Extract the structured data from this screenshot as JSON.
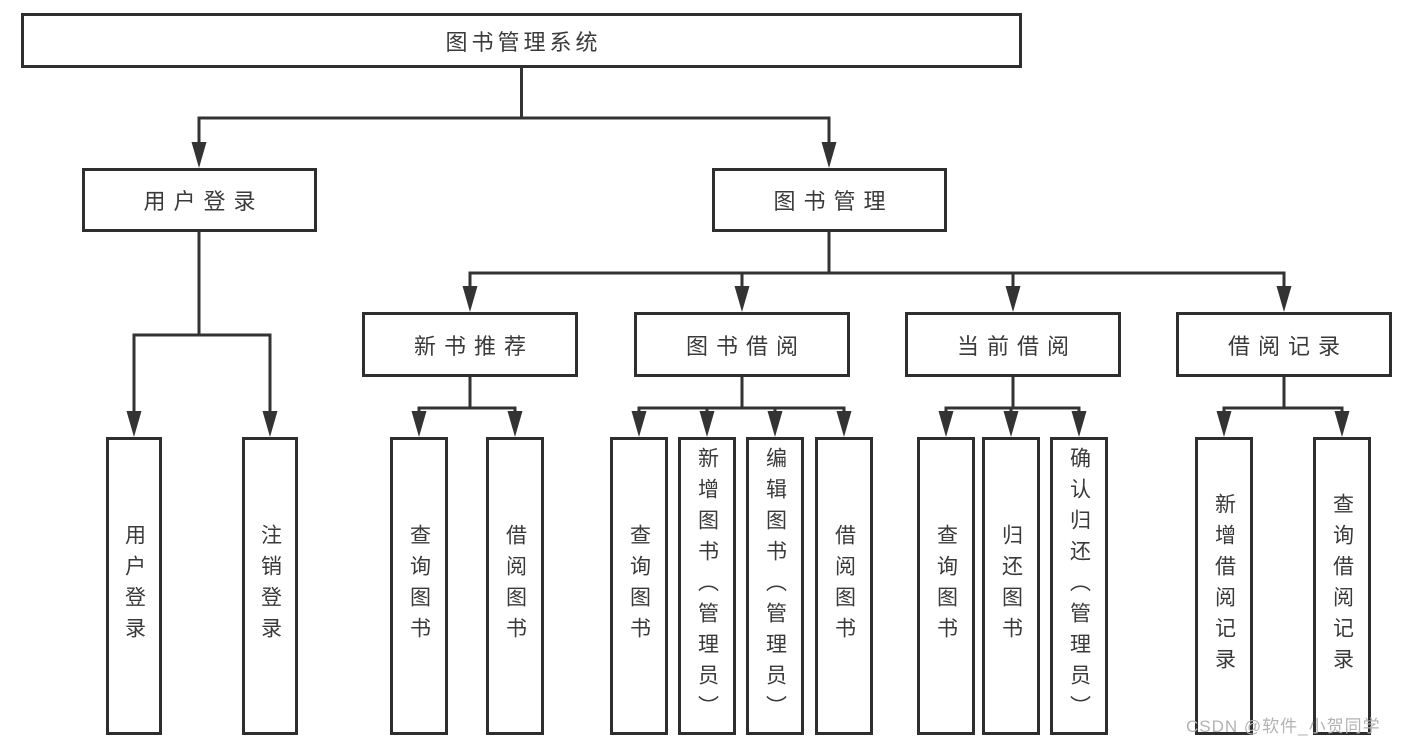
{
  "tree": {
    "root": {
      "label": "图书管理系统"
    },
    "user_login": {
      "label": "用户登录",
      "children": {
        "login": "用户登录",
        "logout": "注销登录"
      }
    },
    "book_manage": {
      "label": "图书管理",
      "sections": {
        "new_books": {
          "label": "新书推荐",
          "children": {
            "query": "查询图书",
            "borrow": "借阅图书"
          }
        },
        "borrowing": {
          "label": "图书借阅",
          "children": {
            "query": "查询图书",
            "add": "新增图书（管理员）",
            "edit": "编辑图书（管理员）",
            "borrow": "借阅图书"
          }
        },
        "current": {
          "label": "当前借阅",
          "children": {
            "query": "查询图书",
            "return": "归还图书",
            "confirm": "确认归还（管理员）"
          }
        },
        "records": {
          "label": "借阅记录",
          "children": {
            "add": "新增借阅记录",
            "query": "查询借阅记录"
          }
        }
      }
    }
  },
  "watermark": {
    "text": "CSDN @软件_小贺同学",
    "color": "#b3b3b3"
  },
  "colors": {
    "line": "#333333",
    "box_border": "#2e2e2e",
    "text": "#3a3a3a",
    "background": "#ffffff"
  }
}
